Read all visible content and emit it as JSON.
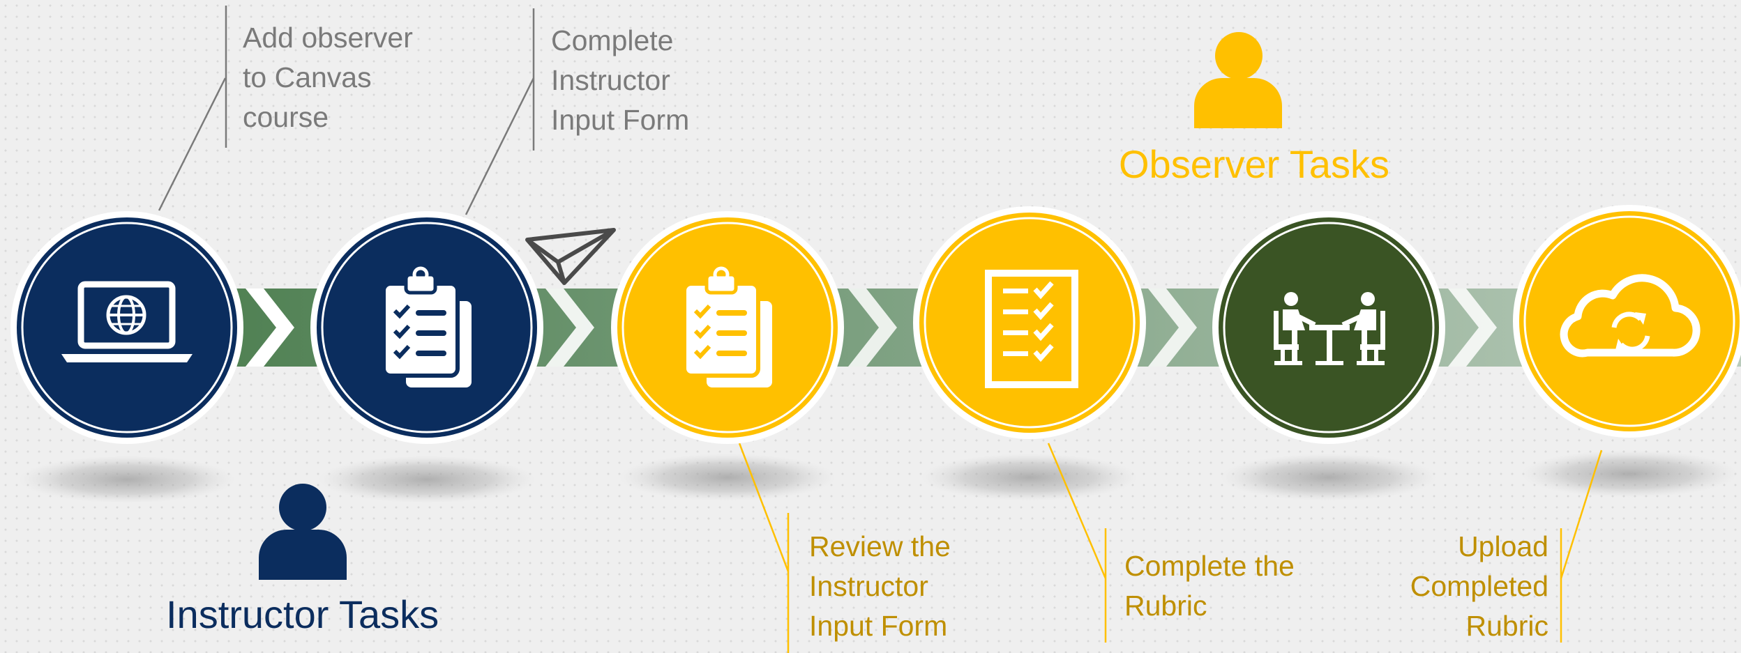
{
  "colors": {
    "navy": "#0b2d5e",
    "gold": "#ffc000",
    "dark_gold_text": "#bf8f00",
    "forest_green": "#3a5424",
    "gray_text": "#7a7a7a",
    "arrow_band": "#5c8a60",
    "white": "#ffffff"
  },
  "groups": {
    "instructor": {
      "title": "Instructor Tasks",
      "icon": "person-icon"
    },
    "observer": {
      "title": "Observer Tasks",
      "icon": "person-icon"
    }
  },
  "steps": [
    {
      "label": "Add observer\nto Canvas\ncourse",
      "icon": "laptop-globe-icon",
      "color": "navy",
      "owner": "instructor"
    },
    {
      "label": "Complete\nInstructor\nInput Form",
      "icon": "clipboard-checklist-icon",
      "color": "navy",
      "owner": "instructor"
    },
    {
      "label": "Review the\nInstructor\nInput Form",
      "icon": "clipboard-checklist-icon",
      "color": "gold",
      "owner": "observer"
    },
    {
      "label": "Complete the\nRubric",
      "icon": "checklist-document-icon",
      "color": "gold",
      "owner": "observer"
    },
    {
      "label": "",
      "icon": "meeting-table-icon",
      "color": "forest_green",
      "owner": "observer"
    },
    {
      "label": "Upload\nCompleted\nRubric",
      "icon": "cloud-sync-icon",
      "color": "gold",
      "owner": "observer"
    }
  ],
  "connector_icon": "paper-airplane-icon",
  "flow_icon": "chevron-right-icon"
}
